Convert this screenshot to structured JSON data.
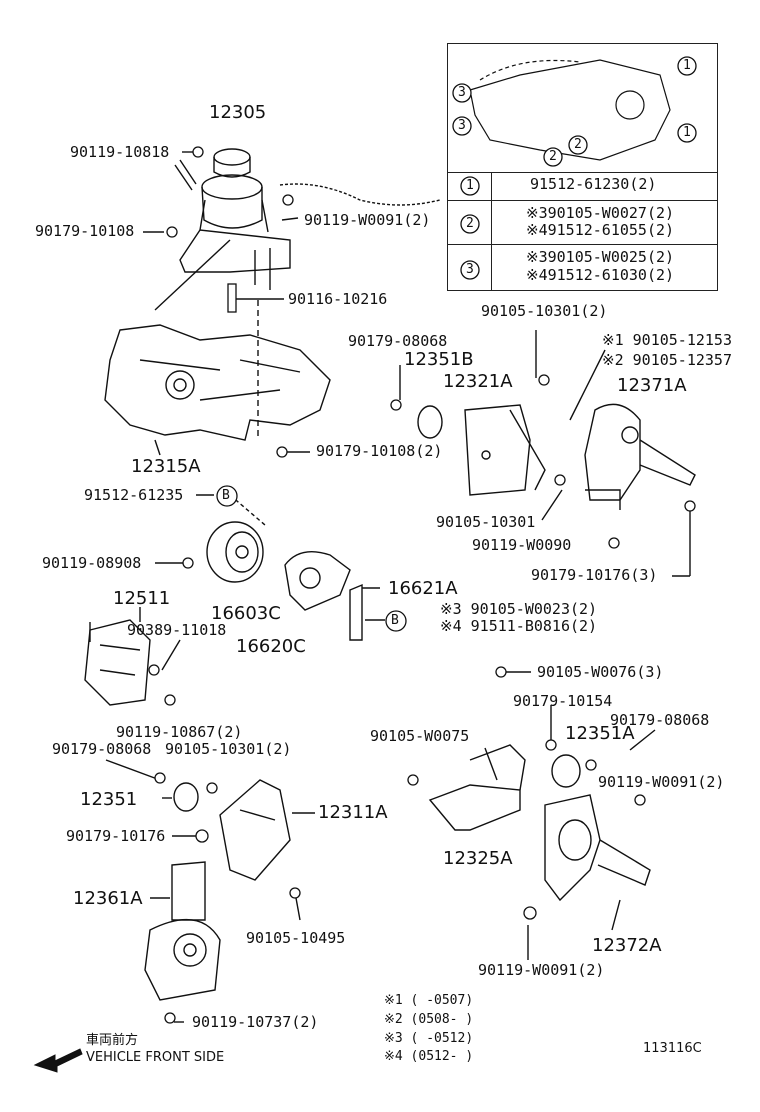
{
  "parts": {
    "p12305": "12305",
    "p90119_10818": "90119-10818",
    "p90179_10108": "90179-10108",
    "p90119_W0091_2a": "90119-W0091(2)",
    "p90116_10216": "90116-10216",
    "p12315A": "12315A",
    "p90179_10108_2": "90179-10108(2)",
    "p91512_61235": "91512-61235",
    "p90119_08908": "90119-08908",
    "p12511": "12511",
    "p90389_11018": "90389-11018",
    "p16603C": "16603C",
    "p16620C": "16620C",
    "p16621A": "16621A",
    "p90105_W0023": "※3 90105-W0023(2)",
    "p91511_B0816": "※4 91511-B0816(2)",
    "p90119_10867": "90119-10867(2)",
    "p90179_08068a": "90179-08068",
    "p90105_10301_2b": "90105-10301(2)",
    "p12351": "12351",
    "p12311A": "12311A",
    "p90179_10176": "90179-10176",
    "p12361A": "12361A",
    "p90105_10495": "90105-10495",
    "p90119_10737": "90119-10737(2)",
    "p90105_10301_2a": "90105-10301(2)",
    "p90179_08068b": "90179-08068",
    "p12351B": "12351B",
    "p12321A": "12321A",
    "p90105_12153": "※1 90105-12153",
    "p90105_12357": "※2 90105-12357",
    "p12371A": "12371A",
    "p90105_10301": "90105-10301",
    "p90119_W0090": "90119-W0090",
    "p90179_10176_3": "90179-10176(3)",
    "p90105_W0076": "90105-W0076(3)",
    "p90179_10154": "90179-10154",
    "p90105_W0075": "90105-W0075",
    "p12351A": "12351A",
    "p90179_08068c": "90179-08068",
    "p90119_W0091_2b": "90119-W0091(2)",
    "p12325A": "12325A",
    "p12372A": "12372A",
    "p90119_W0091_2c": "90119-W0091(2)"
  },
  "inset": {
    "callouts": [
      "1",
      "1",
      "1",
      "2",
      "2",
      "3",
      "3"
    ],
    "rows": [
      {
        "num": "1",
        "line1": "91512-61230(2)",
        "line2": ""
      },
      {
        "num": "2",
        "line1": "※390105-W0027(2)",
        "line2": "※491512-61055(2)"
      },
      {
        "num": "3",
        "line1": "※390105-W0025(2)",
        "line2": "※491512-61030(2)"
      }
    ]
  },
  "circleB": "B",
  "notes": [
    "※1 (     -0507)",
    "※2 (0508-     )",
    "※3 (     -0512)",
    "※4 (0512-     )"
  ],
  "front_jp": "車両前方",
  "front_en": "VEHICLE FRONT SIDE",
  "code": "113116C"
}
